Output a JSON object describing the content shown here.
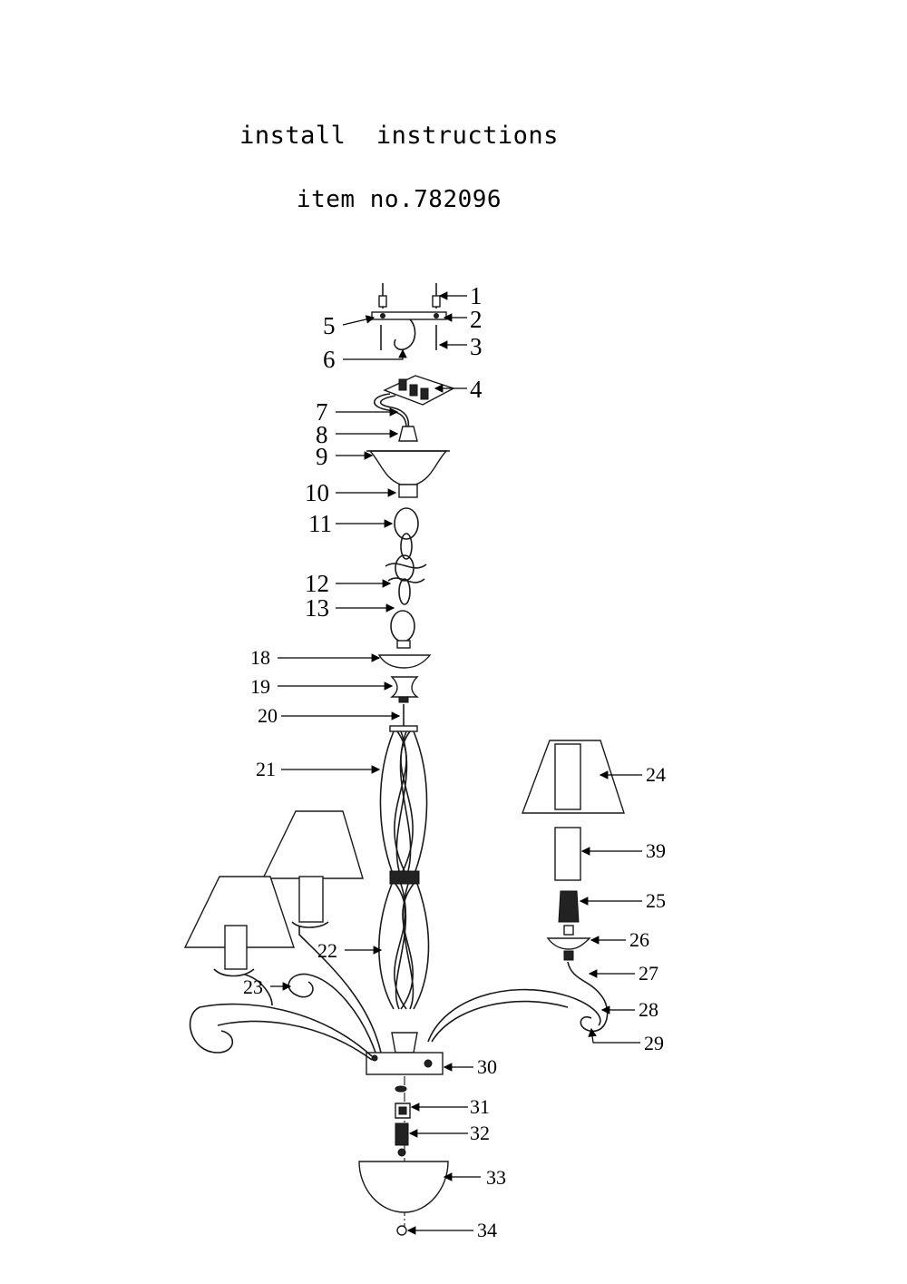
{
  "header": {
    "title": "install  instructions",
    "item": "item no.782096"
  },
  "callouts": [
    "1",
    "2",
    "3",
    "4",
    "5",
    "6",
    "7",
    "8",
    "9",
    "10",
    "11",
    "12",
    "13",
    "18",
    "19",
    "20",
    "21",
    "22",
    "23",
    "24",
    "25",
    "26",
    "27",
    "28",
    "29",
    "30",
    "31",
    "32",
    "33",
    "34",
    "39"
  ]
}
